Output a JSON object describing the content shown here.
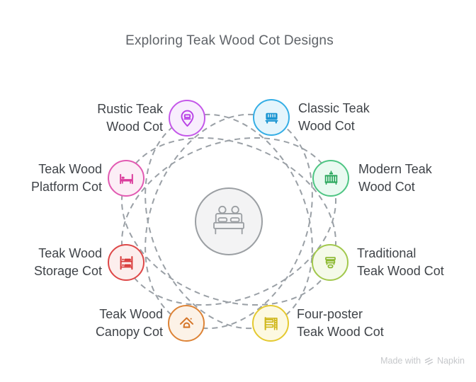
{
  "title": "Exploring Teak Wood Cot Designs",
  "palette": {
    "title_text": "#5f6368",
    "label_text": "#3f4348",
    "connector": "#9aa0a6",
    "center_border": "#9b9fa3",
    "center_bg": "#f3f3f4",
    "watermark_text": "#c6c8cb"
  },
  "center": {
    "icon": "double-bed-icon"
  },
  "nodes": [
    {
      "id": "rustic-teak-wood-cot",
      "lines": [
        "Rustic Teak",
        "Wood Cot"
      ],
      "icon": "map-pin-bed-icon",
      "colors": {
        "border": "#c457e9",
        "background": "#f8eefd",
        "icon": "#b840e6"
      }
    },
    {
      "id": "classic-teak-wood-cot",
      "lines": [
        "Classic Teak",
        "Wood Cot"
      ],
      "icon": "crib-icon",
      "colors": {
        "border": "#35aee5",
        "background": "#e5f5fc",
        "icon": "#1b95d2"
      }
    },
    {
      "id": "teak-wood-platform-cot",
      "lines": [
        "Teak Wood",
        "Platform Cot"
      ],
      "icon": "platform-bed-icon",
      "colors": {
        "border": "#e25ab2",
        "background": "#fceef6",
        "icon": "#db3d9d"
      }
    },
    {
      "id": "modern-teak-wood-cot",
      "lines": [
        "Modern Teak",
        "Wood Cot"
      ],
      "icon": "ornate-crib-icon",
      "colors": {
        "border": "#4ec583",
        "background": "#eafaf1",
        "icon": "#2aa65c"
      }
    },
    {
      "id": "teak-wood-storage-cot",
      "lines": [
        "Teak Wood",
        "Storage Cot"
      ],
      "icon": "bunk-bed-icon",
      "colors": {
        "border": "#de4848",
        "background": "#fceeed",
        "icon": "#d93a3a"
      }
    },
    {
      "id": "traditional-teak-wood-cot",
      "lines": [
        "Traditional",
        "Teak Wood Cot"
      ],
      "icon": "table-stool-icon",
      "colors": {
        "border": "#a2c84d",
        "background": "#f5fae9",
        "icon": "#8ab82e"
      }
    },
    {
      "id": "teak-wood-canopy-cot",
      "lines": [
        "Teak Wood",
        "Canopy Cot"
      ],
      "icon": "canopy-bed-icon",
      "colors": {
        "border": "#dd8336",
        "background": "#fcf2e7",
        "icon": "#d5762a"
      }
    },
    {
      "id": "four-poster-teak-wood-cot",
      "lines": [
        "Four-poster",
        "Teak Wood Cot"
      ],
      "icon": "bunk-ladder-icon",
      "colors": {
        "border": "#e4c930",
        "background": "#fdf9e1",
        "icon": "#cfb618"
      }
    }
  ],
  "watermark": {
    "prefix": "Made with",
    "brand": "Napkin"
  }
}
